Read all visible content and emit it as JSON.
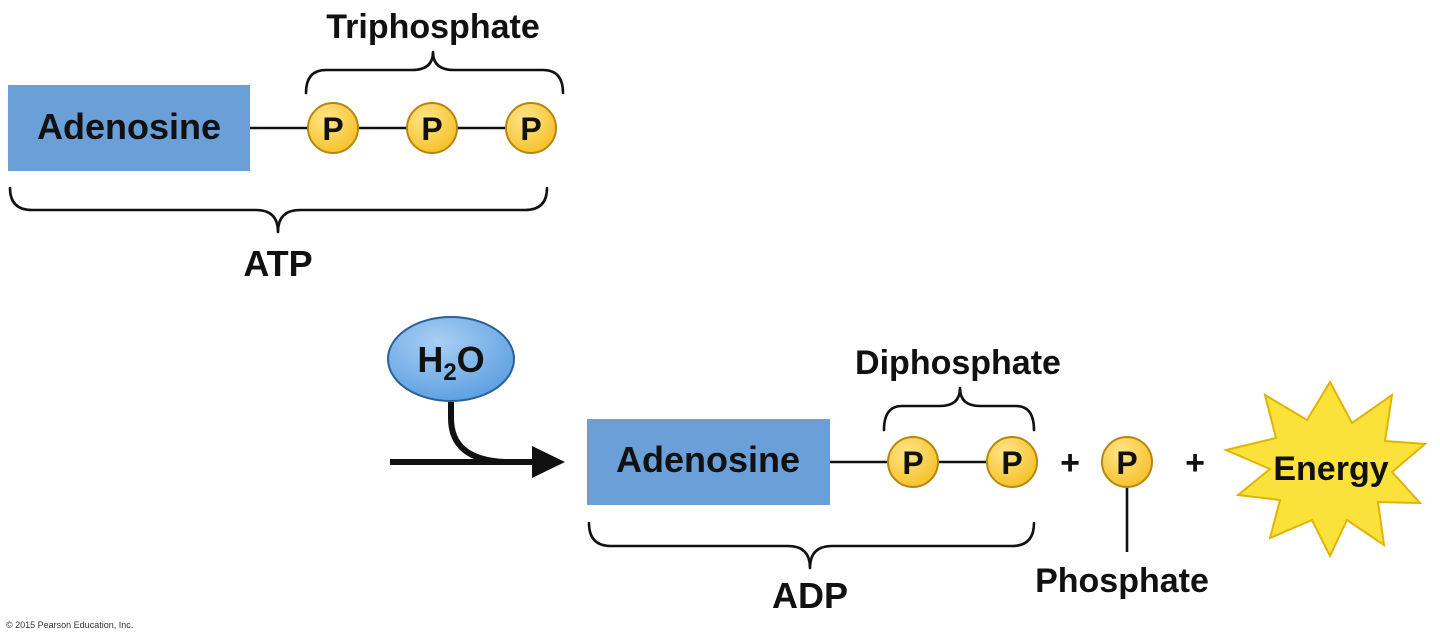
{
  "colors": {
    "adenosine_box": "#6a9fd8",
    "phosphate_fill": "#f6c12b",
    "phosphate_highlight": "#ffe58a",
    "phosphate_stroke": "#b7860d",
    "water_fill": "#5b9ee0",
    "water_highlight": "#a9cff4",
    "energy_fill": "#fbe23a",
    "energy_stroke": "#e0b400"
  },
  "atp": {
    "adenosine_label": "Adenosine",
    "phosphate_group_label": "Triphosphate",
    "molecule_label": "ATP",
    "phosphate_symbol": "P"
  },
  "reaction": {
    "water_label": "H",
    "water_subscript": "2",
    "water_suffix": "O"
  },
  "adp": {
    "adenosine_label": "Adenosine",
    "phosphate_group_label": "Diphosphate",
    "molecule_label": "ADP",
    "phosphate_symbol": "P"
  },
  "products": {
    "plus_1": "+",
    "free_phosphate_symbol": "P",
    "free_phosphate_label": "Phosphate",
    "plus_2": "+",
    "energy_label": "Energy"
  },
  "footer": {
    "copyright": "© 2015 Pearson Education, Inc."
  }
}
